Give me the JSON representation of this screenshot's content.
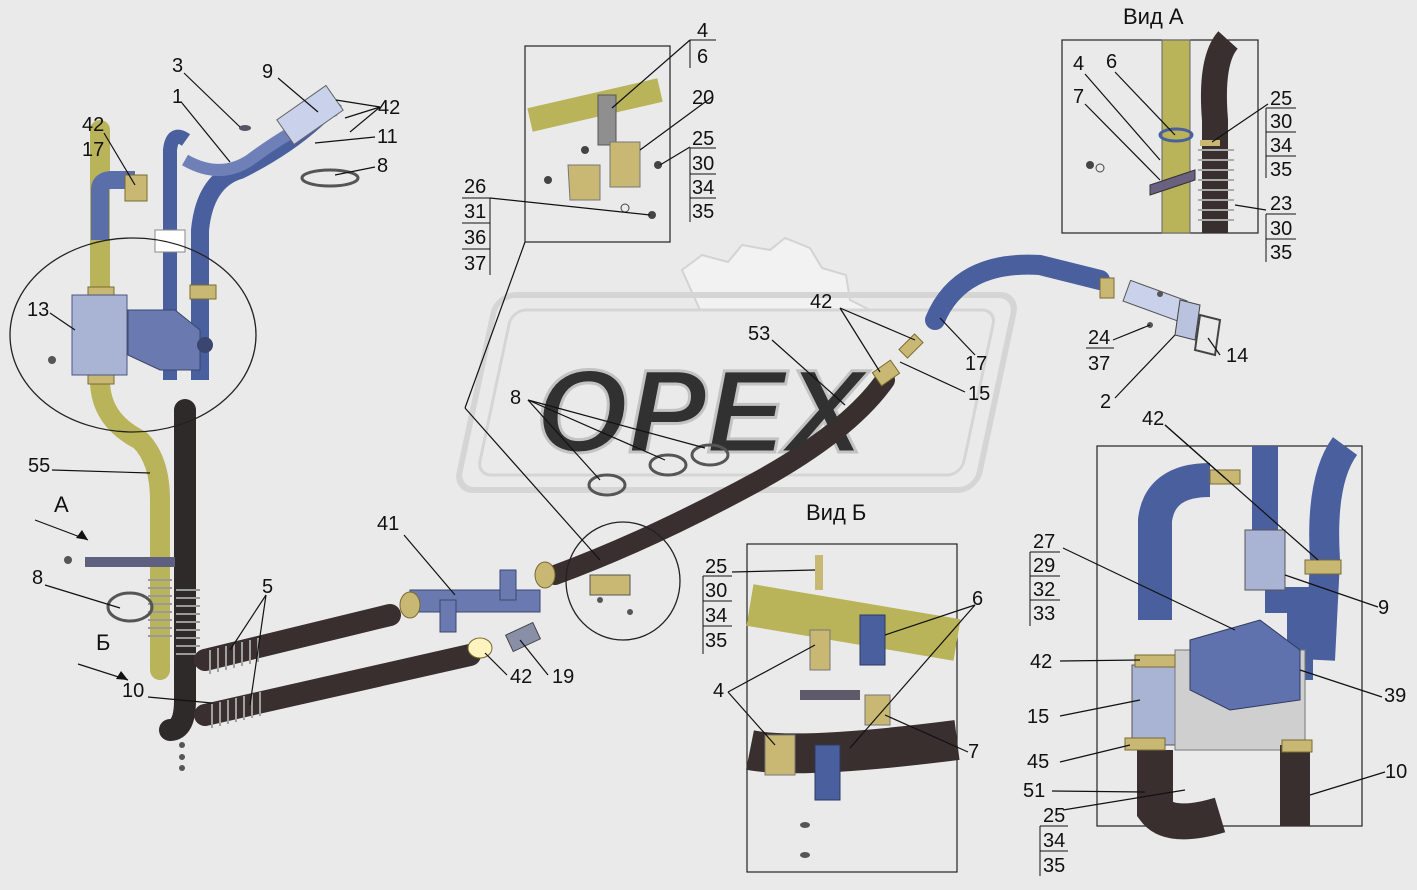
{
  "watermark": "OPEX",
  "views": {
    "view_a": "Вид А",
    "view_b": "Вид Б",
    "arrow_a": "А",
    "arrow_b": "Б"
  },
  "callouts": {
    "main": {
      "n3": "3",
      "n9": "9",
      "n42": "42",
      "n1": "1",
      "n11": "11",
      "n8": "8",
      "n42b": "42",
      "n17": "17",
      "n13": "13",
      "n55": "55",
      "n8b": "8",
      "n5": "5",
      "n10": "10",
      "n41": "41",
      "n42c": "42",
      "n19": "19",
      "n8c": "8",
      "n53": "53",
      "n42d": "42",
      "n17b": "17",
      "n15": "15",
      "n24": "24",
      "n37": "37",
      "n2": "2",
      "n14": "14"
    },
    "detail_top": {
      "n4": "4",
      "n6": "6",
      "n20": "20",
      "n25": "25",
      "n30": "30",
      "n34": "34",
      "n35": "35",
      "n26": "26",
      "n31": "31",
      "n36": "36",
      "n37": "37"
    },
    "view_a": {
      "n4": "4",
      "n6": "6",
      "n7": "7",
      "n25": "25",
      "n30": "30",
      "n34": "34",
      "n35": "35",
      "n23": "23",
      "n30b": "30",
      "n35b": "35"
    },
    "view_b": {
      "n25": "25",
      "n30": "30",
      "n34": "34",
      "n35": "35",
      "n6": "6",
      "n4": "4",
      "n7": "7"
    },
    "detail_right": {
      "n42": "42",
      "n27": "27",
      "n29": "29",
      "n32": "32",
      "n33": "33",
      "n9": "9",
      "n42b": "42",
      "n39": "39",
      "n15": "15",
      "n45": "45",
      "n51": "51",
      "n10": "10",
      "n25": "25",
      "n34": "34",
      "n35": "35"
    }
  },
  "colors": {
    "background": "#eaeaea",
    "hose_blue": "#4a5f9e",
    "hose_dark": "#3a2f2f",
    "hose_olive": "#b9b35a",
    "pipe_light": "#a9b4d4",
    "clamp": "#c8b873"
  }
}
